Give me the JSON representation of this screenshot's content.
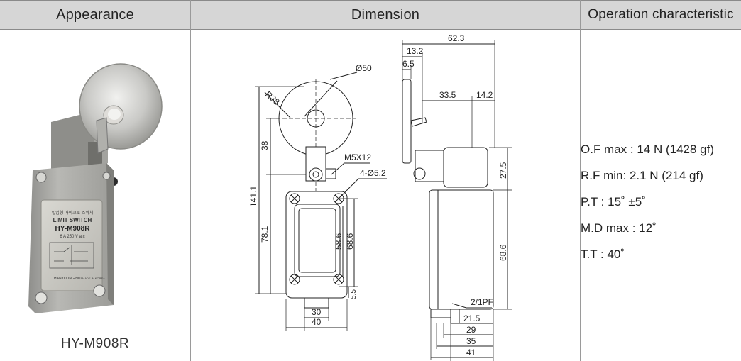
{
  "headers": {
    "appearance": "Appearance",
    "dimension": "Dimension",
    "operation": "Operation characteristic"
  },
  "product": {
    "model": "HY-M908R",
    "label_korean": "밀입형 마이크로 스위치",
    "label_title": "LIMIT SWITCH",
    "label_model": "HY-M908R",
    "label_rating": "6 A 250 V a.c",
    "brand": "HANYOUNG NUX",
    "made_in": "MADE IN KOREA"
  },
  "dimensions": {
    "top_width": "62.3",
    "d13": "13.2",
    "d6": "6.5",
    "d33": "33.5",
    "d14": "14.2",
    "roller_dia": "Ø50",
    "radius": "R38",
    "screw": "M5X12",
    "holes": "4-Ø5.2",
    "h38": "38",
    "h141": "141.1",
    "h78": "78.1",
    "h58": "58.6",
    "h68a": "68.6",
    "h5": "5.5",
    "h27": "27.5",
    "h68b": "68.6",
    "w30": "30",
    "w40": "40",
    "conduit": "2/1PF",
    "w21": "21.5",
    "w29": "29",
    "w35": "35",
    "w41": "41"
  },
  "operation": [
    "O.F max : 14 N (1428 gf)",
    "R.F min: 2.1 N (214 gf)",
    "P.T : 15˚ ±5˚",
    "M.D max : 12˚",
    "T.T : 40˚"
  ]
}
